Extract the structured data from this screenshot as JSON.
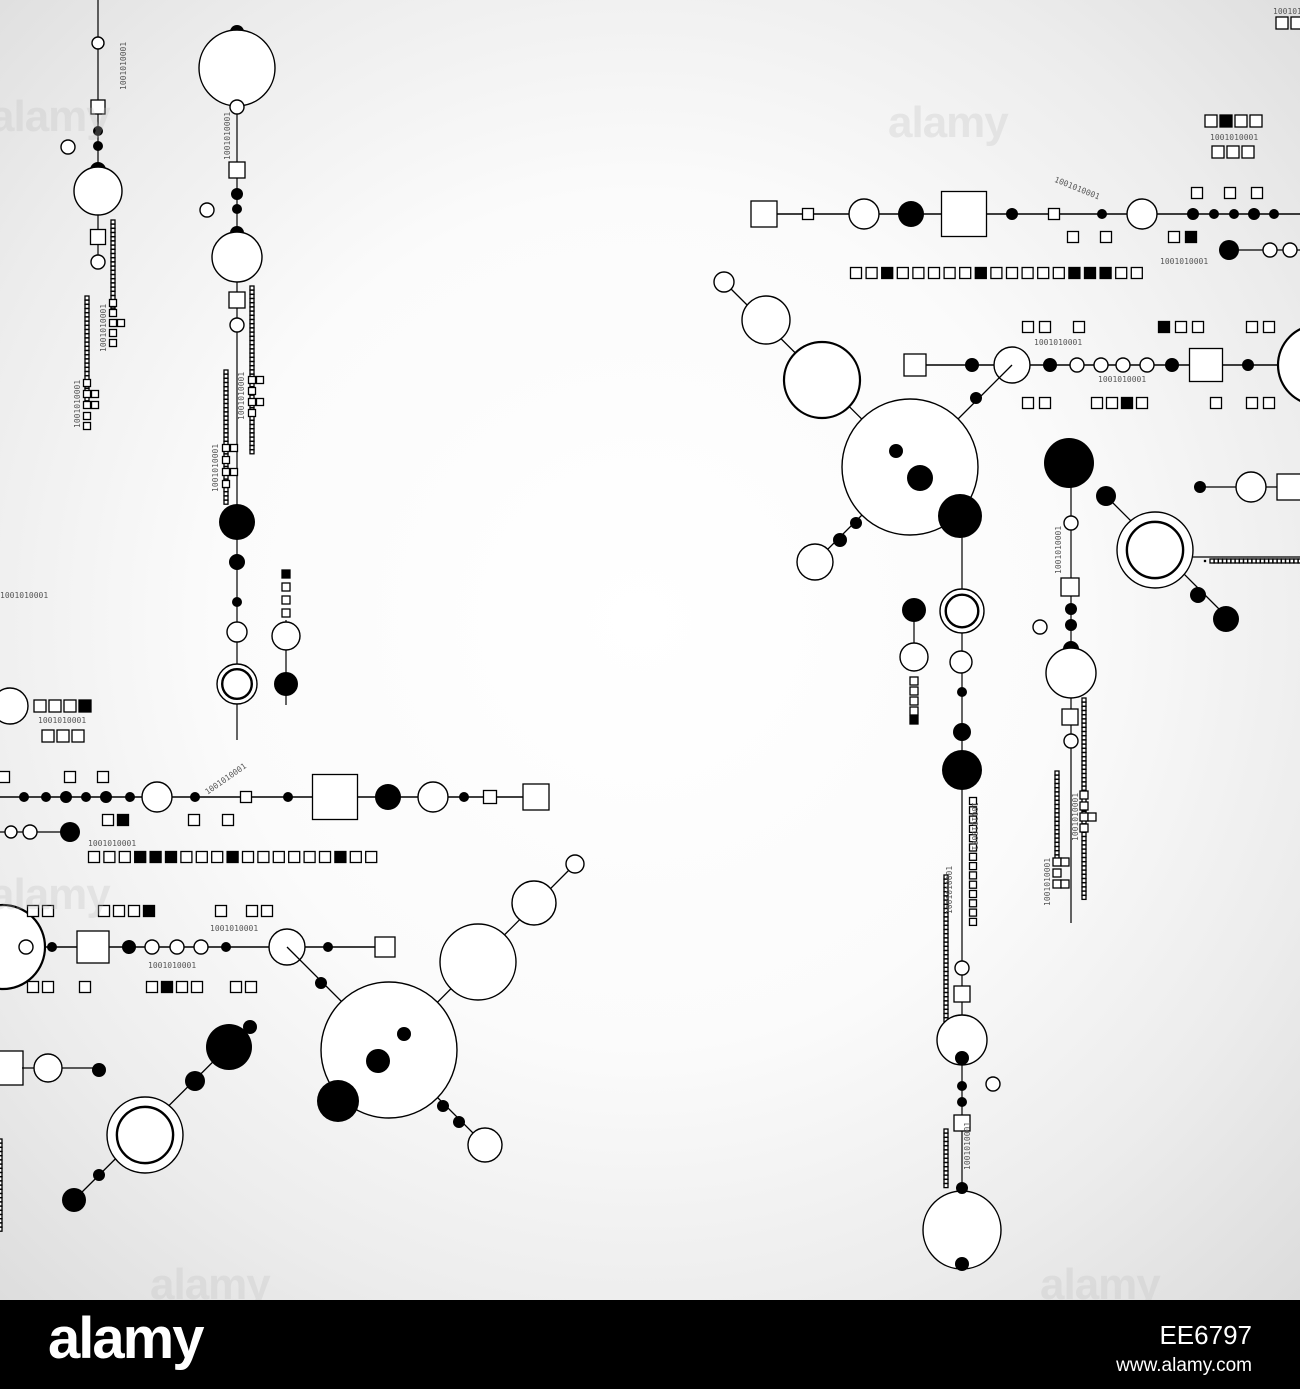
{
  "artwork": {
    "binary_code": "1001010001",
    "watermark": "alamy",
    "colors": {
      "line": "#000000",
      "fill_dark": "#000000",
      "fill_light": "#ffffff"
    }
  },
  "footer": {
    "logo": "alamy",
    "image_id": "EE6797",
    "url": "www.alamy.com"
  }
}
